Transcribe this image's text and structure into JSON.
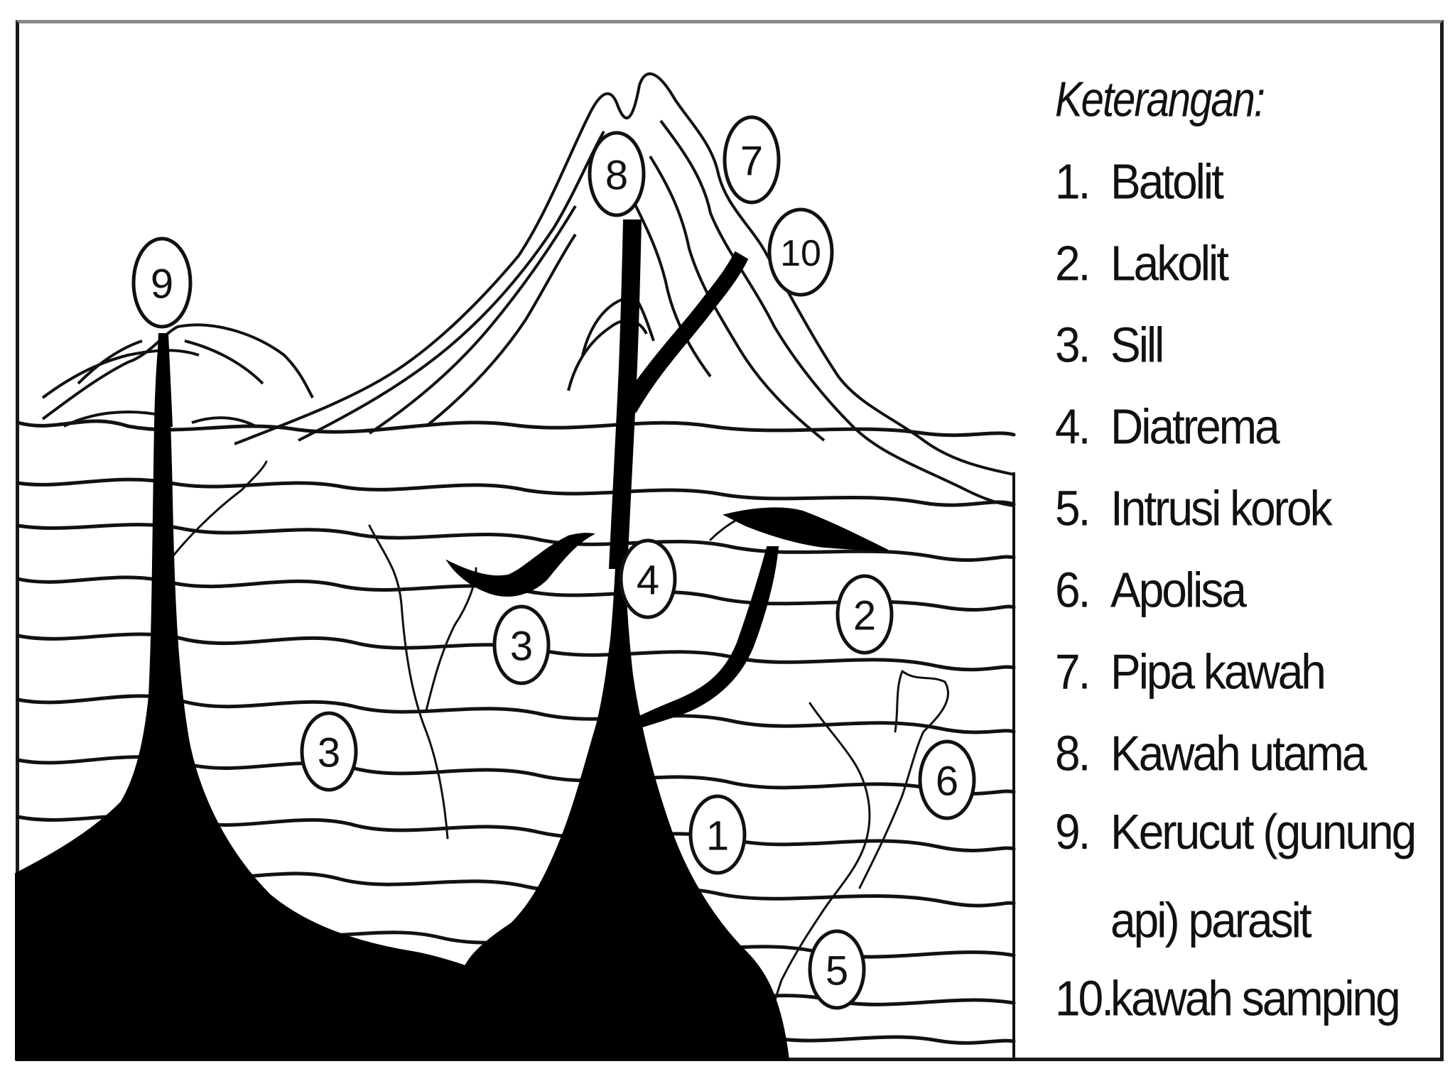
{
  "legend": {
    "title": "Keterangan:",
    "items": [
      {
        "num": "1.",
        "label": "Batolit"
      },
      {
        "num": "2.",
        "label": "Lakolit"
      },
      {
        "num": "3.",
        "label": "Sill"
      },
      {
        "num": "4.",
        "label": "Diatrema"
      },
      {
        "num": "5.",
        "label": "Intrusi korok"
      },
      {
        "num": "6.",
        "label": "Apolisa"
      },
      {
        "num": "7.",
        "label": "Pipa kawah"
      },
      {
        "num": "8.",
        "label": "Kawah utama"
      },
      {
        "num": "9.",
        "label": "Kerucut (gunung api) parasit"
      },
      {
        "num": "10.",
        "label": "kawah samping"
      }
    ]
  },
  "callouts": {
    "c1": "1",
    "c2": "2",
    "c3a": "3",
    "c3b": "3",
    "c4": "4",
    "c5": "5",
    "c6": "6",
    "c7": "7",
    "c8": "8",
    "c9": "9",
    "c10": "10"
  },
  "colors": {
    "ink": "#111111",
    "magma": "#000000",
    "background": "#ffffff"
  }
}
